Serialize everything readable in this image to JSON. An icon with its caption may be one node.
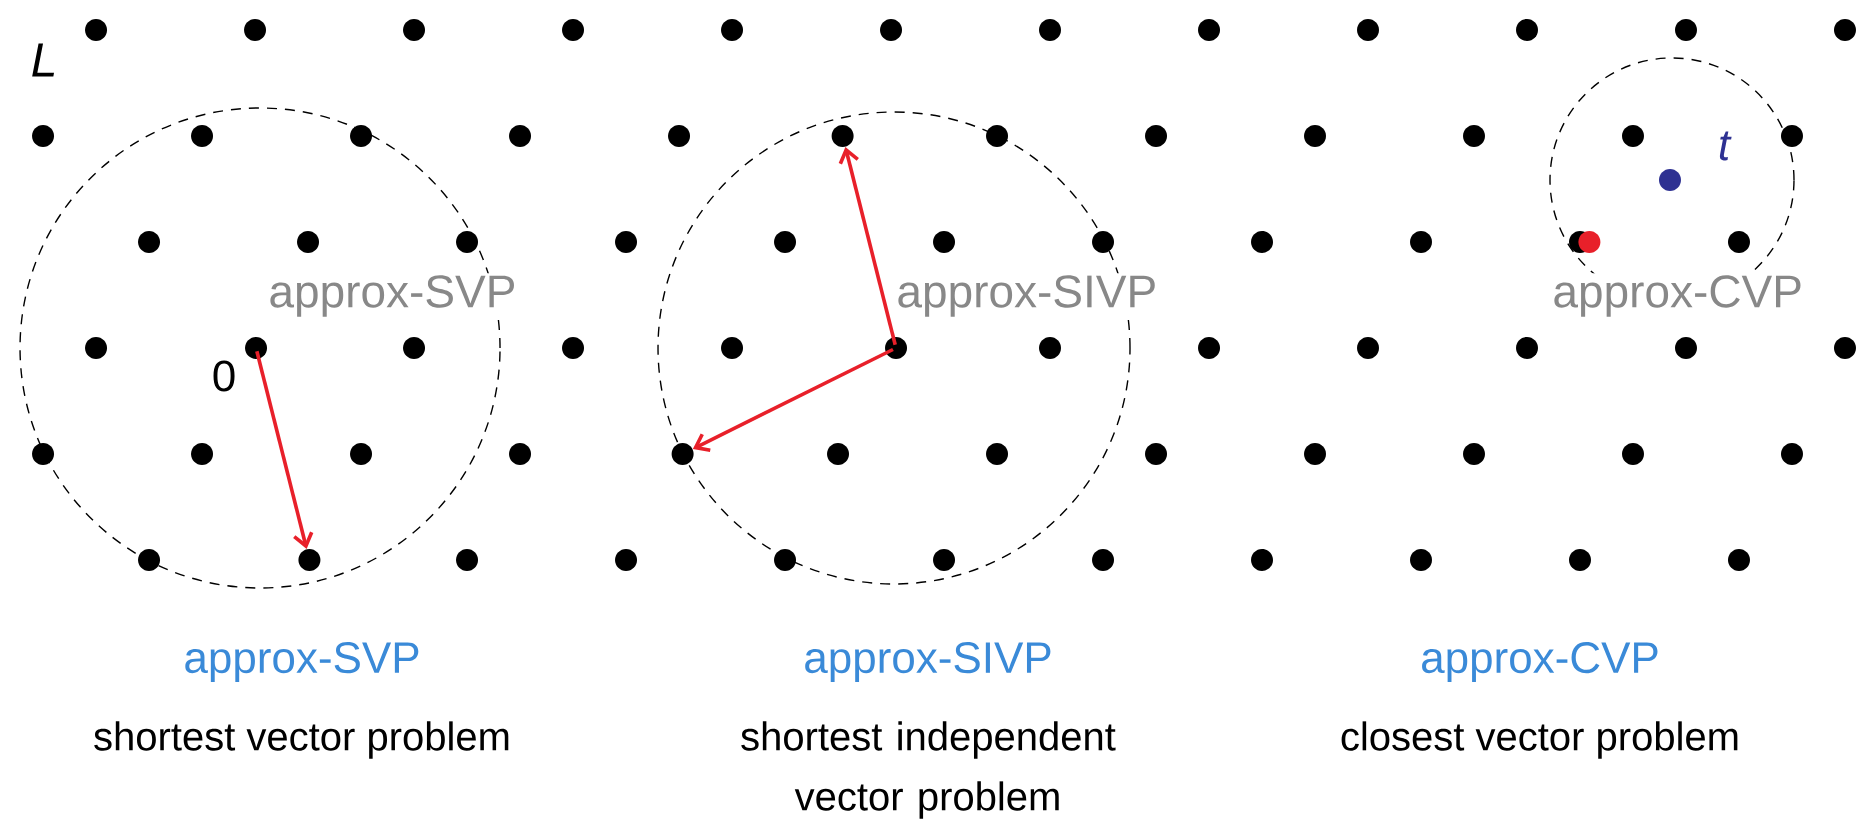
{
  "diagram": {
    "nodes": [
      {
        "text": [],
        "shape": "circle",
        "beside": [
          "0"
        ]
      },
      {
        "text": [],
        "shape": "circle"
      },
      {
        "text": [],
        "shape": "circle"
      },
      {
        "text": [],
        "shape": "circle"
      },
      {
        "text": [],
        "shape": "circle"
      },
      {
        "text": [],
        "shape": "circle",
        "beside": [
          "t"
        ]
      },
      {
        "text": [],
        "shape": "circle"
      }
    ],
    "edges": [
      {
        "from": 0,
        "to": 1,
        "arrow": "to"
      },
      {
        "from": 2,
        "to": 3,
        "arrow": "to"
      },
      {
        "from": 2,
        "to": 4,
        "arrow": "to"
      }
    ],
    "labels": [
      "L",
      "approx-SVP",
      "approx-SIVP",
      "approx-CVP",
      "approx-SVP",
      "shortest vector problem",
      "approx-SIVP",
      "shortest independent vector problem",
      "approx-CVP",
      "closest vector problem"
    ]
  }
}
